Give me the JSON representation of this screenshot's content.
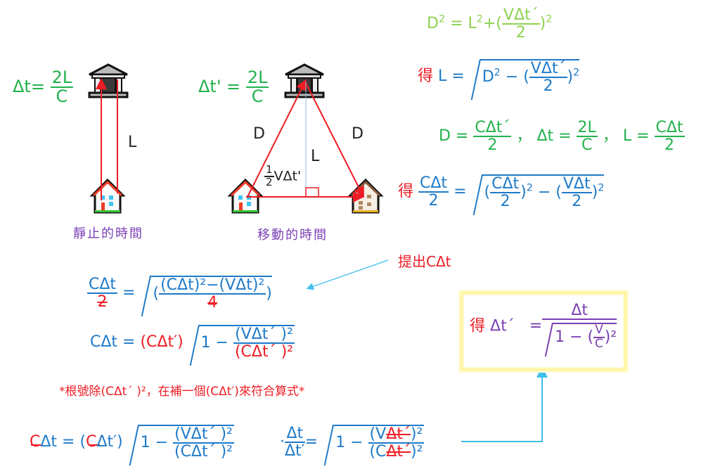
{
  "colors": {
    "green": "#22b14c",
    "light_green": "#8fd14f",
    "blue": "#1e7ac8",
    "red": "#ee1c24",
    "purple": "#7b3fb5",
    "arrow_blue": "#3fbfef",
    "highlight_yellow": "#fff59a"
  },
  "rest_diagram": {
    "formula_lhs": "Δt=",
    "formula_num": "2L",
    "formula_den": "C",
    "length_label": "L",
    "caption": "靜止的時間",
    "icons": [
      "bank-icon",
      "house-icon"
    ]
  },
  "moving_diagram": {
    "formula_lhs": "Δt' =",
    "formula_num": "2L",
    "formula_den": "C",
    "left_side_label": "D",
    "right_side_label": "D",
    "height_label": "L",
    "half_base_coef_num": "1",
    "half_base_coef_den": "2",
    "half_base_label": "VΔt'",
    "caption": "移動的時間",
    "icons": [
      "bank-icon",
      "house-icon",
      "house-under-construction-icon"
    ]
  },
  "equations": {
    "pythagoras": {
      "lhs": "D",
      "mid": "= L",
      "plus": "+(",
      "num": "VΔt´",
      "den": "2",
      "close": ")"
    },
    "solve_L": {
      "prefix": "得",
      "lhs": "L =",
      "inside_a": "D",
      "inside_b": "− (",
      "num": "VΔt´",
      "den": "2",
      "close": ")"
    },
    "definitions": {
      "d_lhs": "D =",
      "d_num": "CΔt´",
      "d_den": "2",
      "sep1": "，",
      "t_lhs": "Δt =",
      "t_num": "2L",
      "t_den": "C",
      "sep2": "，",
      "l_lhs": "L =",
      "l_num": "CΔt",
      "l_den": "2"
    },
    "substituted": {
      "prefix": "得",
      "lhs_num": "CΔt",
      "lhs_den": "2",
      "eq": "=",
      "a_open": "(",
      "a_num": "CΔt",
      "a_den": "2",
      "a_close": ")",
      "minus": "− (",
      "b_num": "VΔt",
      "b_den": "2",
      "b_close": ")"
    },
    "factor_note": "提出CΔt",
    "combined": {
      "lhs_num": "CΔt",
      "lhs_den": "2",
      "eq": "=",
      "open": "(",
      "num": "(CΔt)²−(VΔt)²",
      "den": "4",
      "close": ")"
    },
    "factored": {
      "lhs": "CΔt =",
      "factor": "(CΔt′)",
      "one_minus": "1 −",
      "num": "(VΔt´ )²",
      "den": "(CΔt´ )²"
    },
    "note": "*根號除(CΔt´ )²，在補一個(CΔt′)來符合算式*",
    "cancelled": {
      "c1": "C",
      "rest1": "Δt = (",
      "c2": "C",
      "rest2": "Δt′)",
      "one_minus": "1 −",
      "num": "(VΔt´ )²",
      "den": "(CΔt´ )²"
    },
    "ratio": {
      "dot": "·",
      "num": "Δt",
      "den": "Δt′",
      "eq": "=",
      "one_minus": "1 −",
      "num_open": "(V",
      "num_struck": "Δt´",
      "num_close": ")²",
      "den_open": "(C",
      "den_struck": "Δt´",
      "den_close": ")²"
    },
    "result": {
      "prefix": "得",
      "lhs": "Δt´",
      "eq": "=",
      "num": "Δt",
      "one_minus": "1 − (",
      "v": "V",
      "c": "C",
      "close": ")²"
    }
  }
}
